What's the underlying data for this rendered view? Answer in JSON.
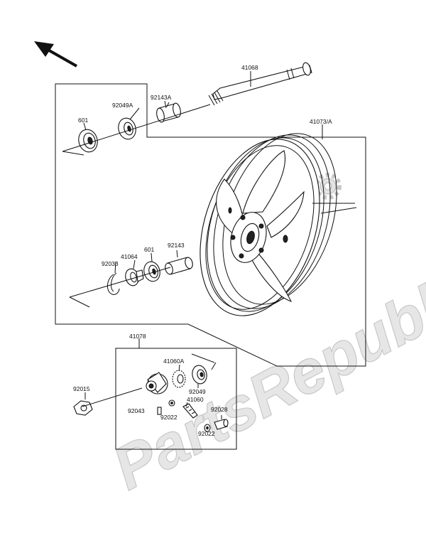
{
  "watermark": "PartsRepublik",
  "gear_icon": "gear-icon",
  "direction_icon": "arrow-up-left-icon",
  "labels": {
    "p41068": "41068",
    "p92143A": "92143A",
    "p92049A": "92049A",
    "p601_top": "601",
    "p41073A": "41073/A",
    "p92033": "92033",
    "p41064": "41064",
    "p601_mid": "601",
    "p92143": "92143",
    "p41078": "41078",
    "p41060A": "41060A",
    "p92049": "92049",
    "p92015": "92015",
    "p41060": "41060",
    "p92028": "92028",
    "p92043": "92043",
    "p92022_a": "92022",
    "p92022_b": "92022"
  }
}
